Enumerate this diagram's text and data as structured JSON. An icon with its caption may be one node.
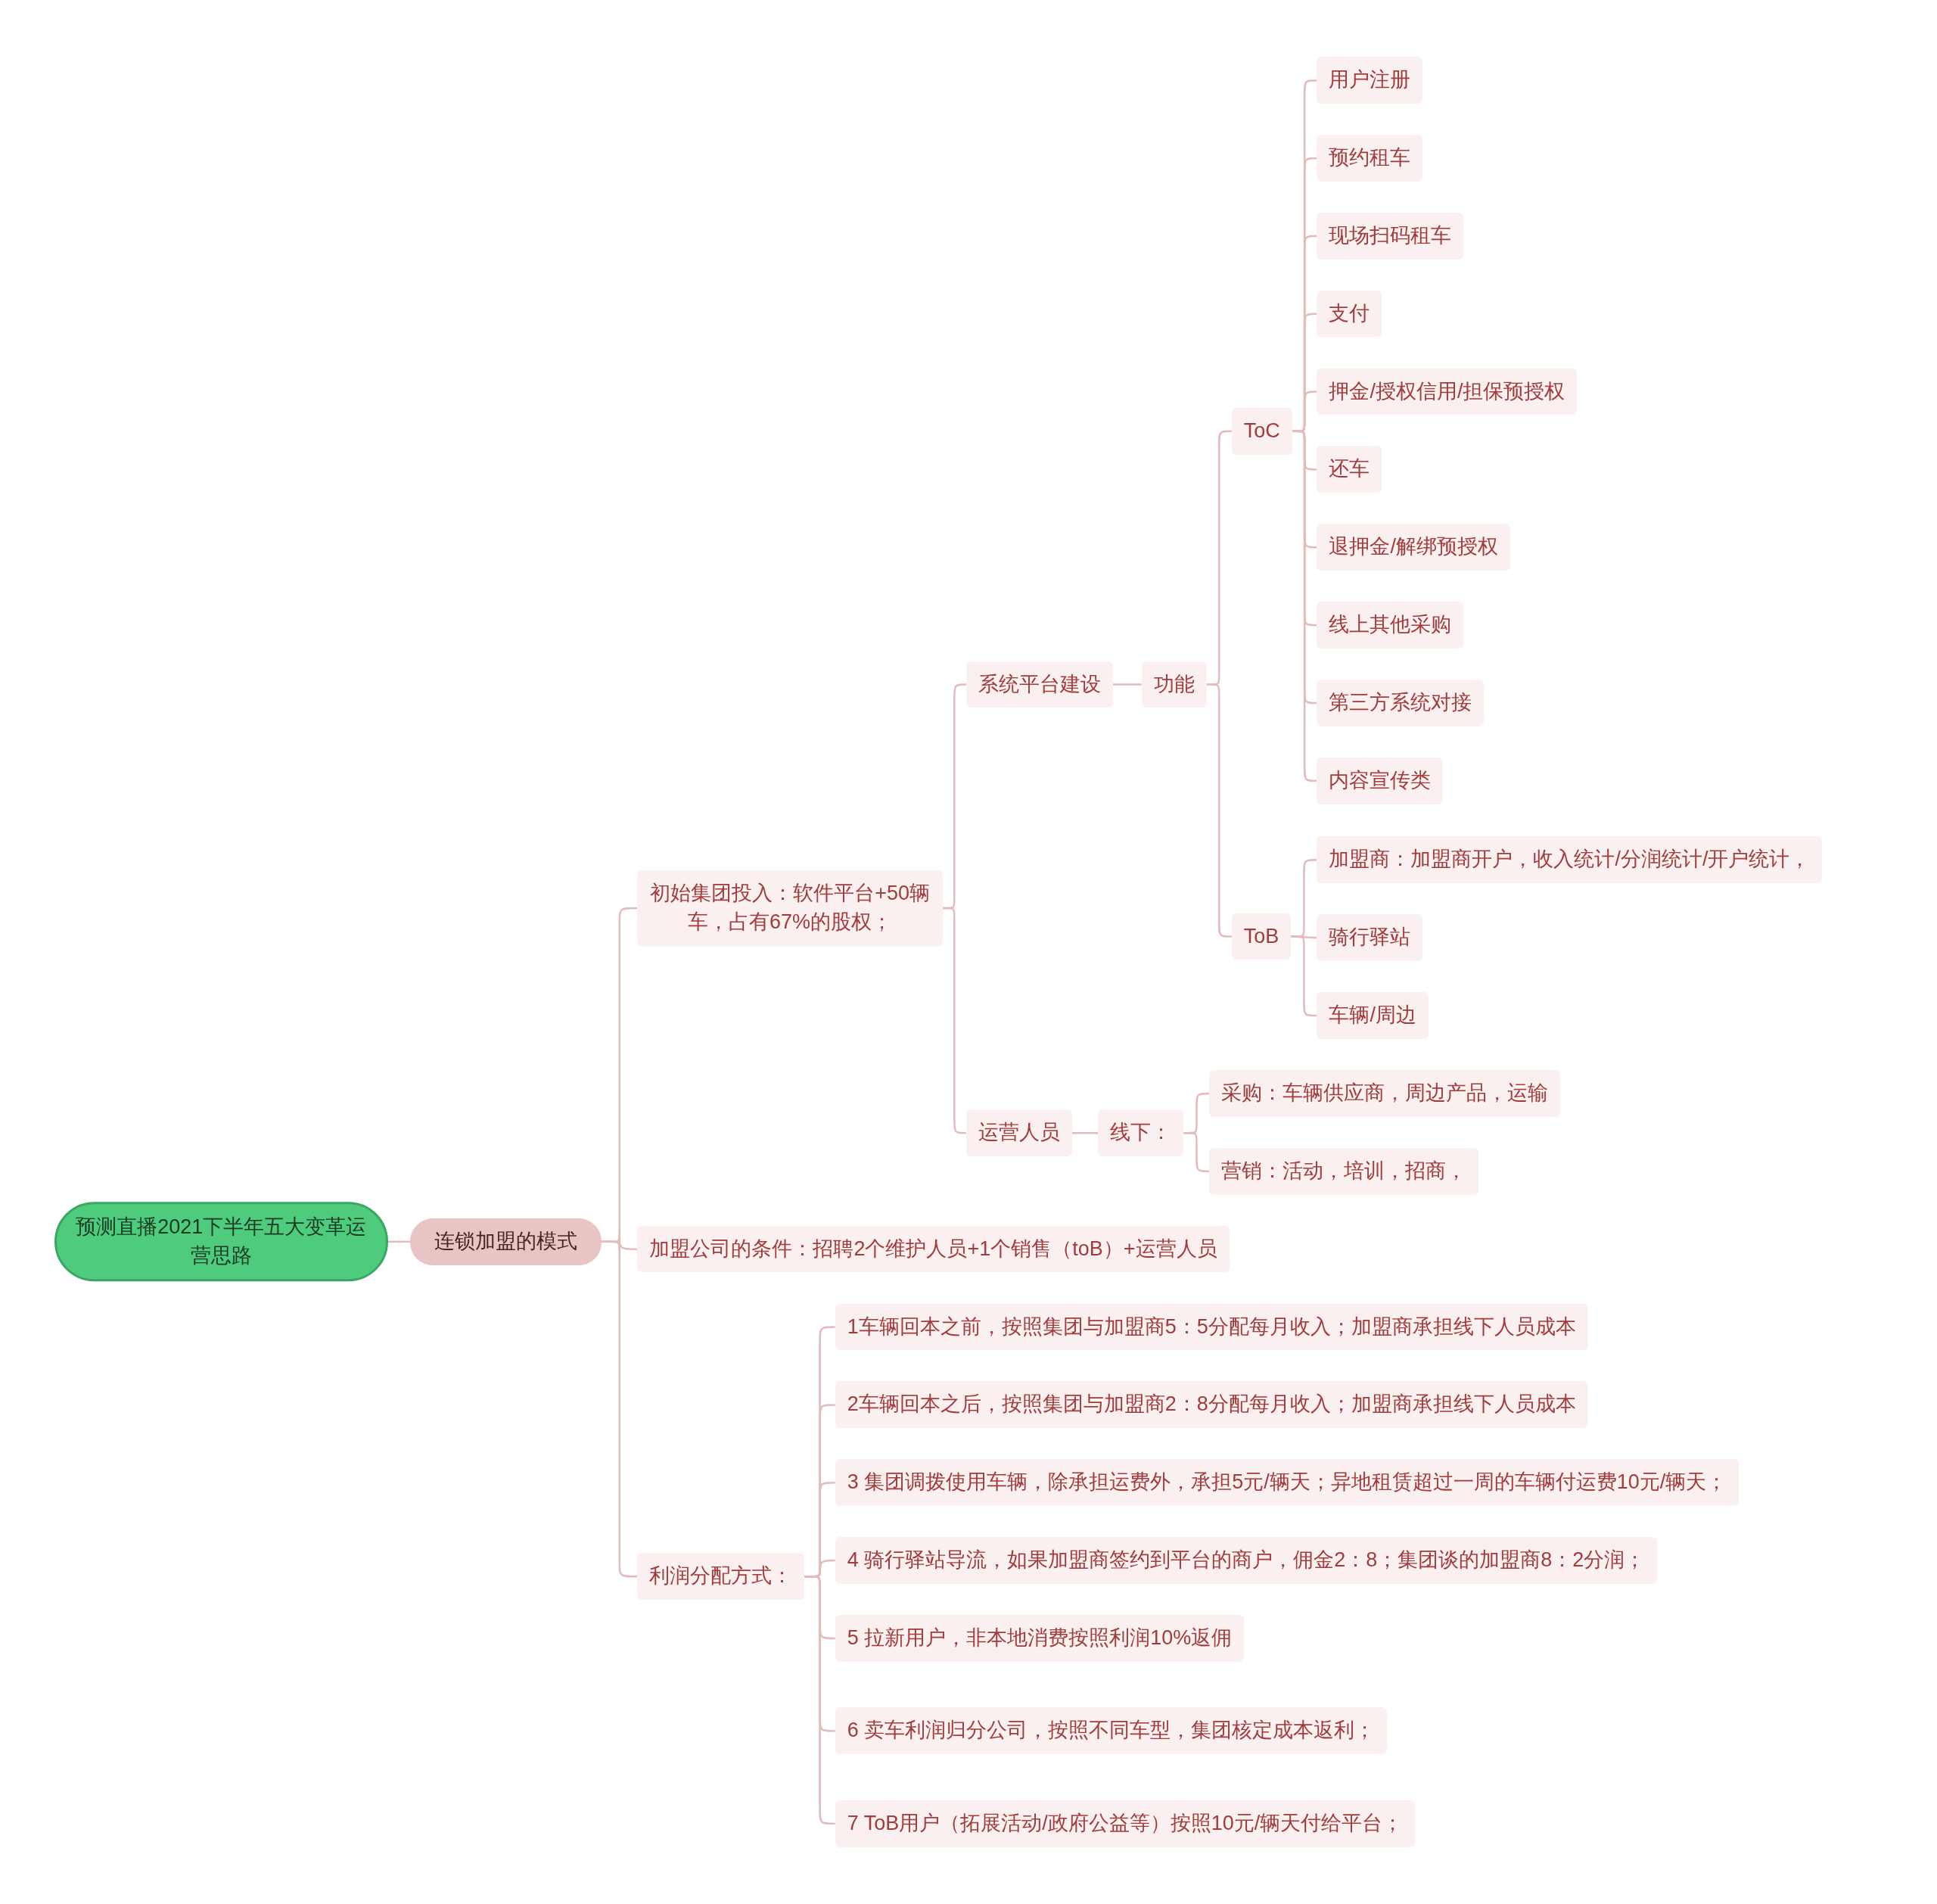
{
  "diagram": {
    "nodes": [
      {
        "text": [
          "预测直播2021下半年五大变革运营思路"
        ]
      },
      {
        "text": [
          "连锁加盟的模式"
        ]
      },
      {
        "text": [
          "初始集团投入：软件平台+50辆车，占有67%的股权；"
        ]
      },
      {
        "text": [
          "系统平台建设"
        ]
      },
      {
        "text": [
          "功能"
        ]
      },
      {
        "text": [
          "ToC"
        ]
      },
      {
        "text": [
          "用户注册"
        ]
      },
      {
        "text": [
          "预约租车"
        ]
      },
      {
        "text": [
          "现场扫码租车"
        ]
      },
      {
        "text": [
          "支付"
        ]
      },
      {
        "text": [
          "押金/授权信用/担保预授权"
        ]
      },
      {
        "text": [
          "还车"
        ]
      },
      {
        "text": [
          "退押金/解绑预授权"
        ]
      },
      {
        "text": [
          "线上其他采购"
        ]
      },
      {
        "text": [
          "第三方系统对接"
        ]
      },
      {
        "text": [
          "内容宣传类"
        ]
      },
      {
        "text": [
          "ToB"
        ]
      },
      {
        "text": [
          "加盟商：加盟商开户，收入统计/分润统计/开户统计，"
        ]
      },
      {
        "text": [
          "骑行驿站"
        ]
      },
      {
        "text": [
          "车辆/周边"
        ]
      },
      {
        "text": [
          "运营人员"
        ]
      },
      {
        "text": [
          "线下："
        ]
      },
      {
        "text": [
          "采购：车辆供应商，周边产品，运输"
        ]
      },
      {
        "text": [
          "营销：活动，培训，招商，"
        ]
      },
      {
        "text": [
          "加盟公司的条件：招聘2个维护人员+1个销售（toB）+运营人员"
        ]
      },
      {
        "text": [
          "利润分配方式："
        ]
      },
      {
        "text": [
          "1车辆回本之前，按照集团与加盟商5：5分配每月收入；加盟商承担线下人员成本"
        ]
      },
      {
        "text": [
          "2车辆回本之后，按照集团与加盟商2：8分配每月收入；加盟商承担线下人员成本"
        ]
      },
      {
        "text": [
          "3 集团调拨使用车辆，除承担运费外，承担5元/辆天；异地租赁超过一周的车辆付运费10元/辆天；"
        ]
      },
      {
        "text": [
          "4  骑行驿站导流，如果加盟商签约到平台的商户，佣金2：8；集团谈的加盟商8：2分润；"
        ]
      },
      {
        "text": [
          "5  拉新用户，非本地消费按照利润10%返佣"
        ]
      },
      {
        "text": [
          "6  卖车利润归分公司，按照不同车型，集团核定成本返利；"
        ]
      },
      {
        "text": [
          "7  ToB用户（拓展活动/政府公益等）按照10元/辆天付给平台；"
        ]
      }
    ],
    "edges": [
      {
        "from": 0,
        "to": 1,
        "arrow": "none"
      },
      {
        "from": 1,
        "to": 2,
        "arrow": "none"
      },
      {
        "from": 1,
        "to": 24,
        "arrow": "none"
      },
      {
        "from": 1,
        "to": 25,
        "arrow": "none"
      },
      {
        "from": 2,
        "to": 3,
        "arrow": "none"
      },
      {
        "from": 2,
        "to": 20,
        "arrow": "none"
      },
      {
        "from": 3,
        "to": 4,
        "arrow": "none"
      },
      {
        "from": 4,
        "to": 5,
        "arrow": "none"
      },
      {
        "from": 4,
        "to": 16,
        "arrow": "none"
      },
      {
        "from": 5,
        "to": 6,
        "arrow": "none"
      },
      {
        "from": 5,
        "to": 7,
        "arrow": "none"
      },
      {
        "from": 5,
        "to": 8,
        "arrow": "none"
      },
      {
        "from": 5,
        "to": 9,
        "arrow": "none"
      },
      {
        "from": 5,
        "to": 10,
        "arrow": "none"
      },
      {
        "from": 5,
        "to": 11,
        "arrow": "none"
      },
      {
        "from": 5,
        "to": 12,
        "arrow": "none"
      },
      {
        "from": 5,
        "to": 13,
        "arrow": "none"
      },
      {
        "from": 5,
        "to": 14,
        "arrow": "none"
      },
      {
        "from": 5,
        "to": 15,
        "arrow": "none"
      },
      {
        "from": 16,
        "to": 17,
        "arrow": "none"
      },
      {
        "from": 16,
        "to": 18,
        "arrow": "none"
      },
      {
        "from": 16,
        "to": 19,
        "arrow": "none"
      },
      {
        "from": 20,
        "to": 21,
        "arrow": "none"
      },
      {
        "from": 21,
        "to": 22,
        "arrow": "none"
      },
      {
        "from": 21,
        "to": 23,
        "arrow": "none"
      },
      {
        "from": 25,
        "to": 26,
        "arrow": "none"
      },
      {
        "from": 25,
        "to": 27,
        "arrow": "none"
      },
      {
        "from": 25,
        "to": 28,
        "arrow": "none"
      },
      {
        "from": 25,
        "to": 29,
        "arrow": "none"
      },
      {
        "from": 25,
        "to": 30,
        "arrow": "none"
      },
      {
        "from": 25,
        "to": 31,
        "arrow": "none"
      },
      {
        "from": 25,
        "to": 32,
        "arrow": "none"
      }
    ]
  }
}
